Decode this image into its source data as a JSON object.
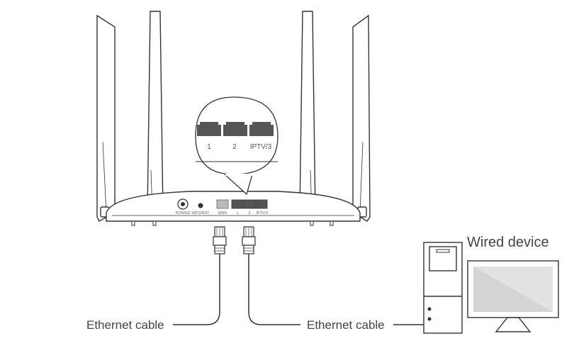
{
  "labels": {
    "device": "Wired device",
    "cable_left": "Ethernet cable",
    "cable_right": "Ethernet cable"
  },
  "zoom_ports": [
    "1",
    "2",
    "IPTV/3"
  ],
  "panel": {
    "power": "POWER",
    "wps": "WPS/RST",
    "wan": "WAN",
    "p1": "1",
    "p2": "2",
    "p3": "IPTV/3"
  },
  "colors": {
    "line": "#333333",
    "port": "#555555",
    "wan_port": "#bbbbbb"
  }
}
